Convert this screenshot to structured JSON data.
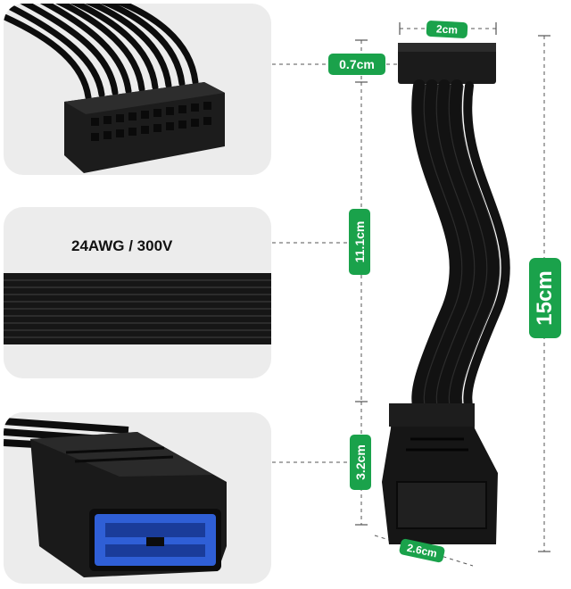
{
  "spec_text": "24AWG / 300V",
  "dimensions": {
    "connector_width_top": "2cm",
    "connector_height_top": "0.7cm",
    "cable_length": "11.1cm",
    "connector_height_bottom": "3.2cm",
    "connector_width_bottom": "2.6cm",
    "total_length": "15cm"
  },
  "colors": {
    "badge": "#1aa24b",
    "panel": "#ececec",
    "cable": "#111111",
    "port_blue": "#2f5fd6"
  }
}
